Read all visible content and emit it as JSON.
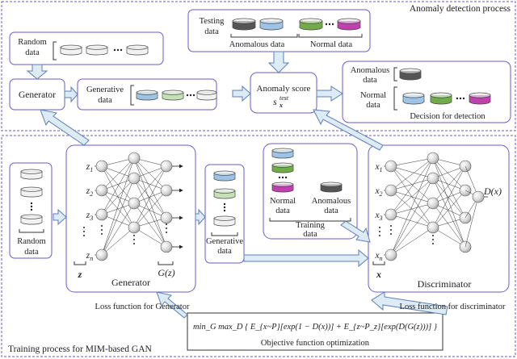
{
  "anomaly_section": {
    "title": "Anomaly detection process"
  },
  "training_section": {
    "title": "Training process for MIM-based GAN"
  },
  "testing": {
    "label_1": "Testing",
    "label_2": "data",
    "anomalous_label": "Anomalous data",
    "normal_label": "Normal data"
  },
  "random_top": {
    "label_1": "Random",
    "label_2": "data"
  },
  "generator_box": {
    "label": "Generator"
  },
  "generative_top": {
    "label_1": "Generative",
    "label_2": "data"
  },
  "anomaly_score": {
    "label_1": "Anomaly score",
    "symbol": "s",
    "sup": "test",
    "sub": "x"
  },
  "decision": {
    "anomalous_1": "Anomalous",
    "anomalous_2": "data",
    "normal_1": "Normal",
    "normal_2": "data",
    "caption": "Decision for detection"
  },
  "random_bottom": {
    "label_1": "Random",
    "label_2": "data"
  },
  "generator_net": {
    "inputs": [
      "z1",
      "z2",
      "z3",
      "zn"
    ],
    "z_label": "z",
    "gz_label": "G(z)",
    "title": "Generator",
    "loss": "Loss function for Generator",
    "ellipsis": "⋮"
  },
  "generative_bottom": {
    "label_1": "Generative",
    "label_2": "data"
  },
  "training": {
    "normal_1": "Normal",
    "normal_2": "data",
    "anomalous_1": "Anomalous",
    "anomalous_2": "data",
    "label_1": "Training",
    "label_2": "data"
  },
  "discriminator_net": {
    "inputs": [
      "x1",
      "x2",
      "x3",
      "xn"
    ],
    "x_label": "x",
    "output": "D(x)",
    "title": "Discriminator",
    "loss": "Loss function for discriminator"
  },
  "objective": {
    "formula": "min_G max_D { E_{x~P}[exp(1 − D(x))] + E_{z~P_z}[exp(D(G(z)))] }",
    "caption": "Objective function optimization"
  },
  "colors": {
    "gray": "#555555",
    "blue": "#9dc3e6",
    "green": "#70ad47",
    "light_green": "#c5e0b4",
    "magenta": "#c040b0",
    "light": "#f2f2f2",
    "arrow": "#ddebf7",
    "arrow_stroke": "#5b7fb5",
    "border": "#6a5acd"
  }
}
